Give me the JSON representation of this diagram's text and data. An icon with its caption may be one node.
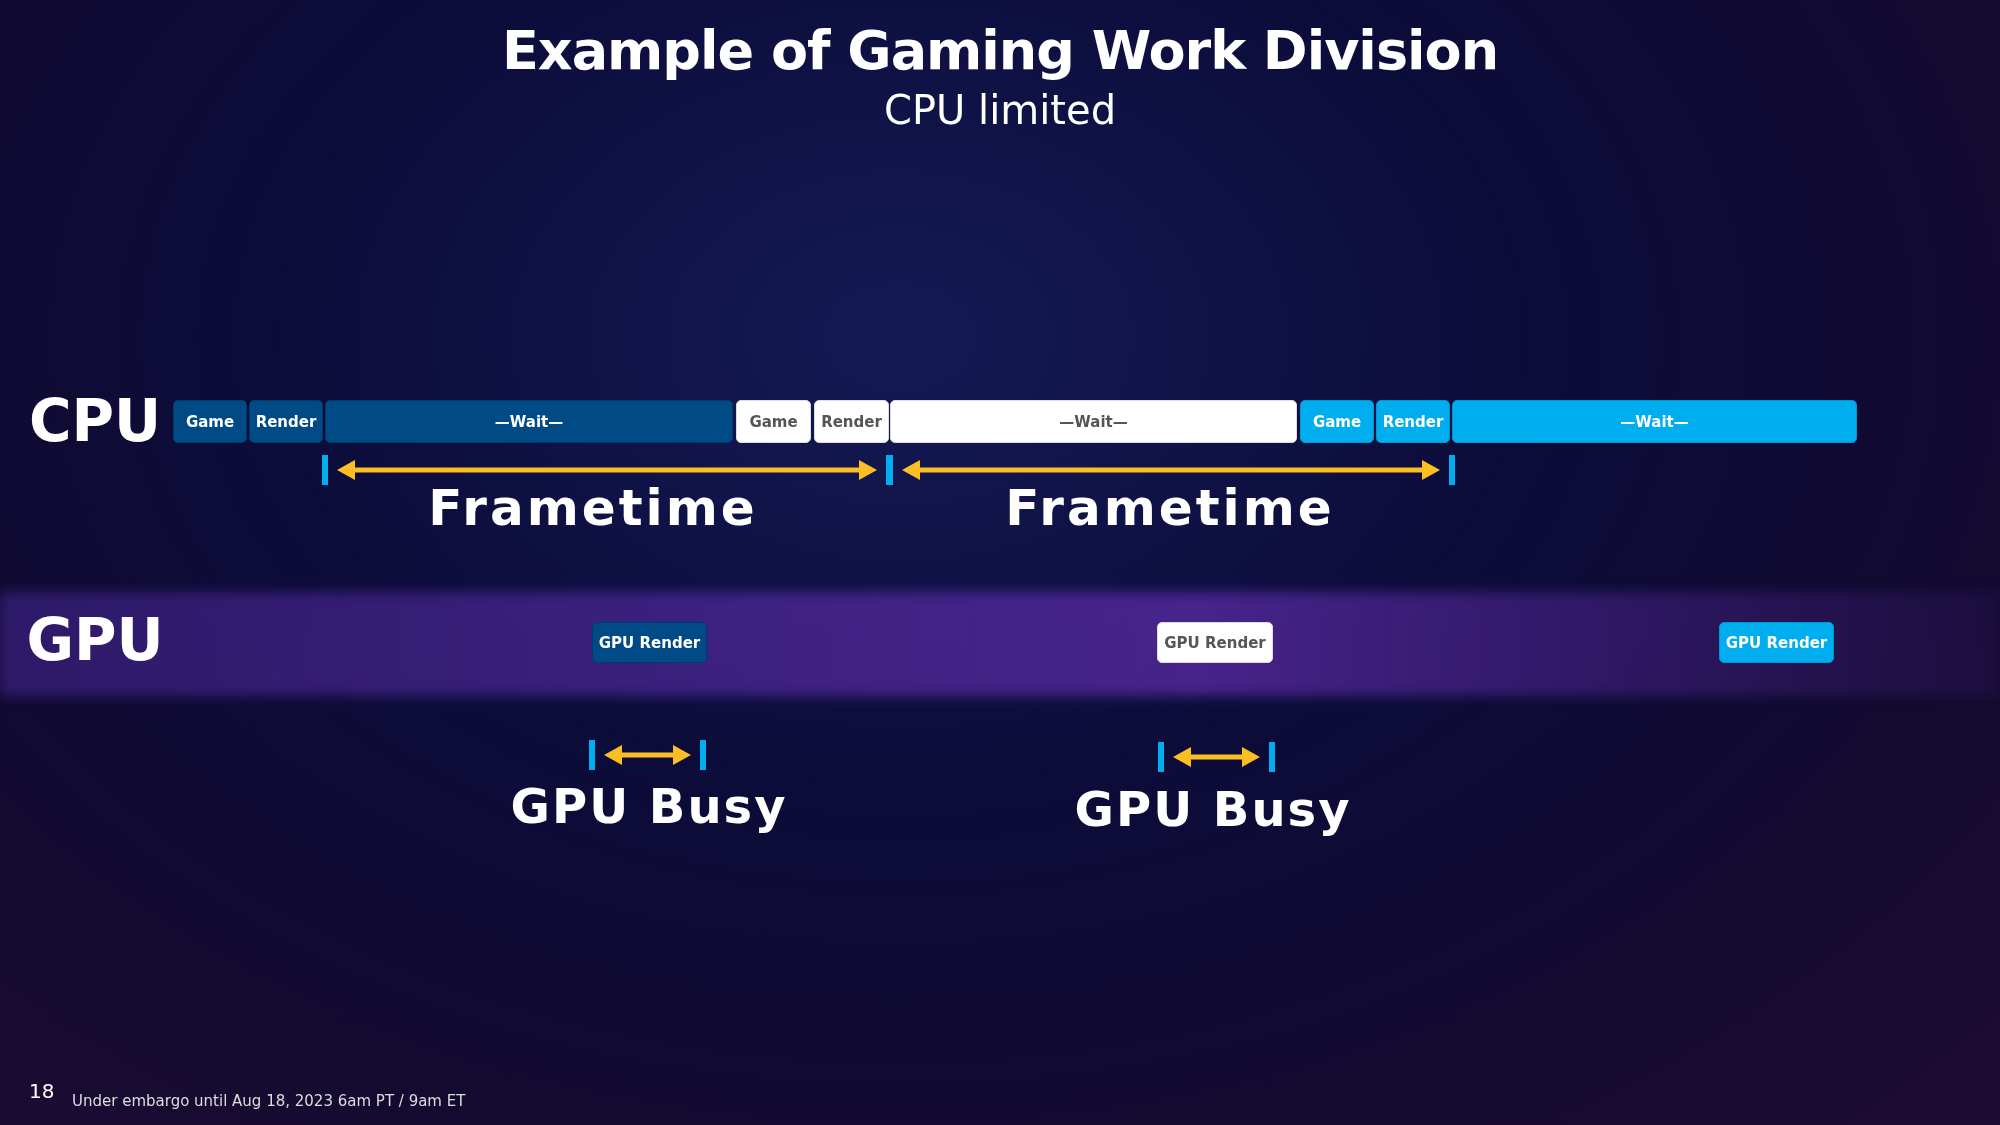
{
  "diagram": {
    "title": "Example of Gaming Work Division",
    "nodes": [
      {
        "text": [
          "Game"
        ]
      },
      {
        "text": [
          "Render"
        ]
      },
      {
        "text": [
          "—Wait—"
        ]
      },
      {
        "text": [
          "Game"
        ]
      },
      {
        "text": [
          "Render"
        ]
      },
      {
        "text": [
          "—Wait—"
        ]
      },
      {
        "text": [
          "Game"
        ]
      },
      {
        "text": [
          "Render"
        ]
      },
      {
        "text": [
          "—Wait—"
        ]
      },
      {
        "text": [
          "GPU Render"
        ]
      },
      {
        "text": [
          "GPU Render"
        ]
      },
      {
        "text": [
          "GPU Render"
        ]
      }
    ],
    "labels": [
      "CPU limited",
      "CPU",
      "Frametime",
      "Frametime",
      "GPU",
      "GPU Busy",
      "GPU Busy",
      "18",
      "Under embargo until Aug 18, 2023 6am PT / 9am ET"
    ]
  }
}
